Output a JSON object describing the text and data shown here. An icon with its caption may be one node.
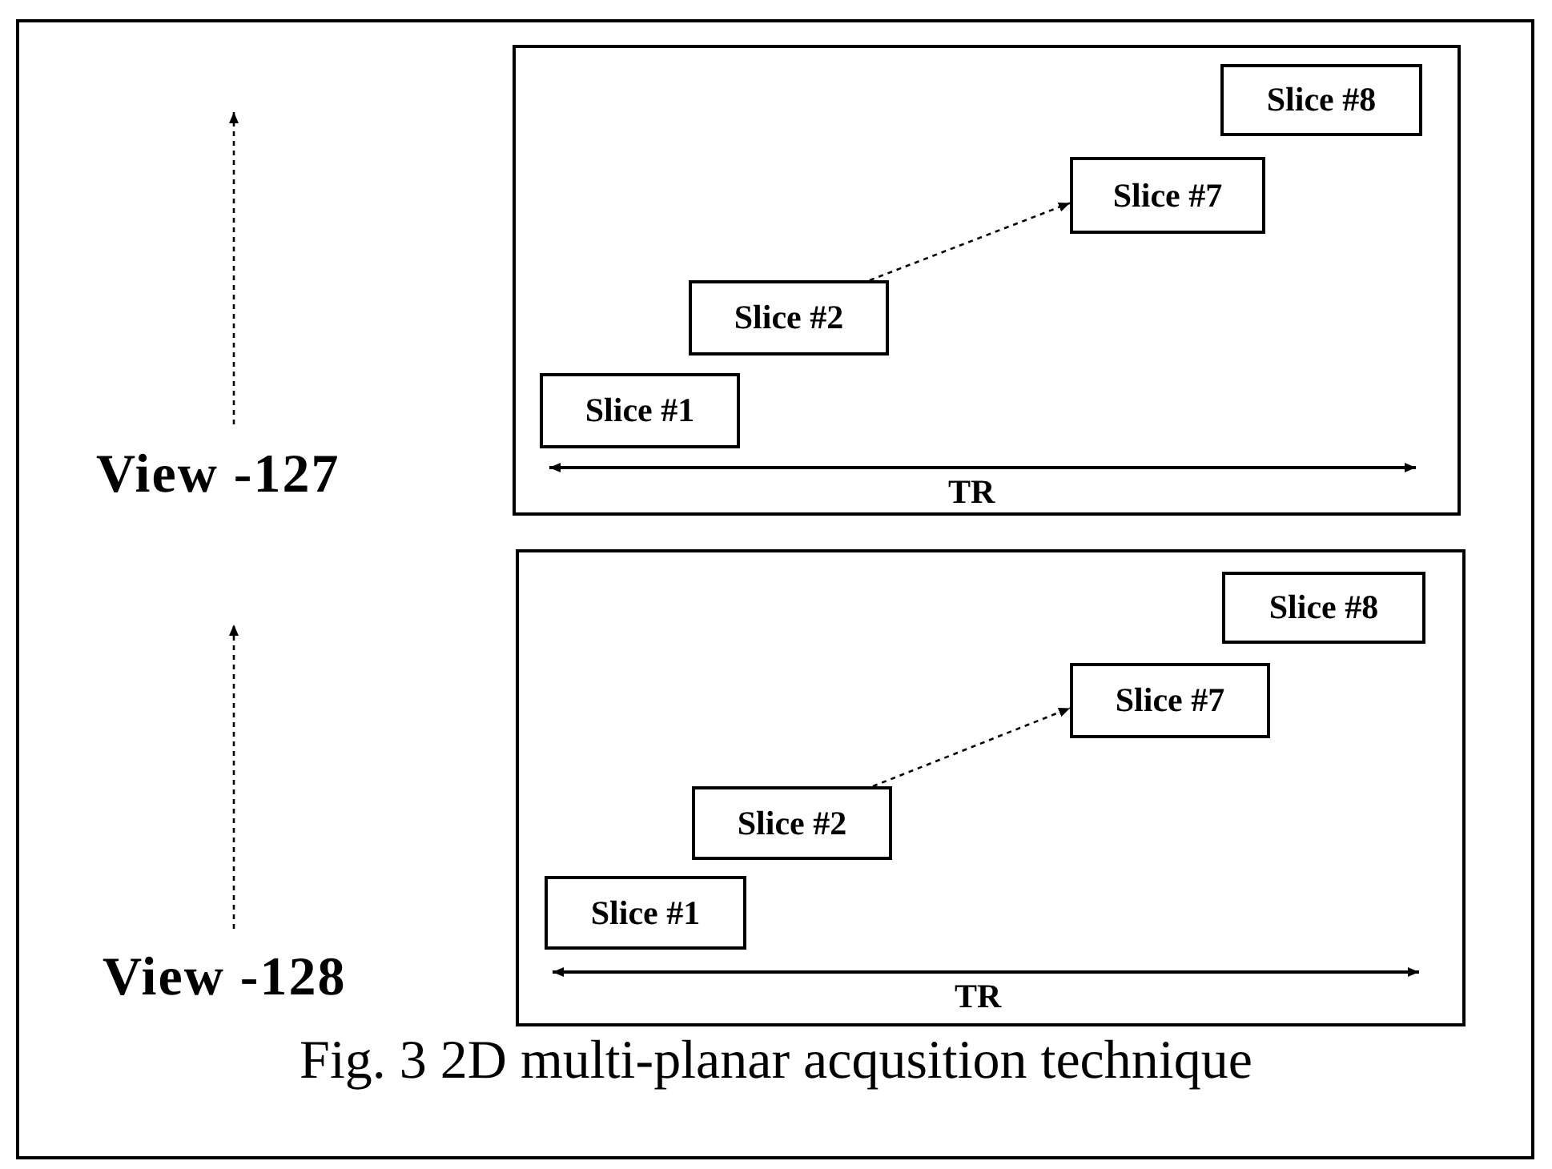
{
  "diagram": {
    "caption": "Fig. 3 2D multi-planar acqusition technique",
    "nodes": [
      {
        "text": [],
        "shape": "box"
      },
      {
        "text": [
          "Slice #1"
        ],
        "in": 0
      },
      {
        "text": [
          "Slice #2"
        ],
        "in": 0
      },
      {
        "text": [
          "Slice #7"
        ],
        "in": 0
      },
      {
        "text": [
          "Slice #8"
        ],
        "in": 0
      },
      {
        "text": [],
        "shape": "box"
      },
      {
        "text": [
          "Slice #1"
        ],
        "in": 5
      },
      {
        "text": [
          "Slice #2"
        ],
        "in": 5
      },
      {
        "text": [
          "Slice #7"
        ],
        "in": 5
      },
      {
        "text": [
          "Slice #8"
        ],
        "in": 5
      }
    ],
    "edges": [
      {
        "from": 2,
        "to": 3,
        "arrow": "to",
        "style": "dashed"
      },
      {
        "from": 7,
        "to": 8,
        "arrow": "to",
        "style": "dashed"
      }
    ],
    "labels": [
      "View -127",
      "TR",
      "View -128",
      "TR"
    ]
  }
}
